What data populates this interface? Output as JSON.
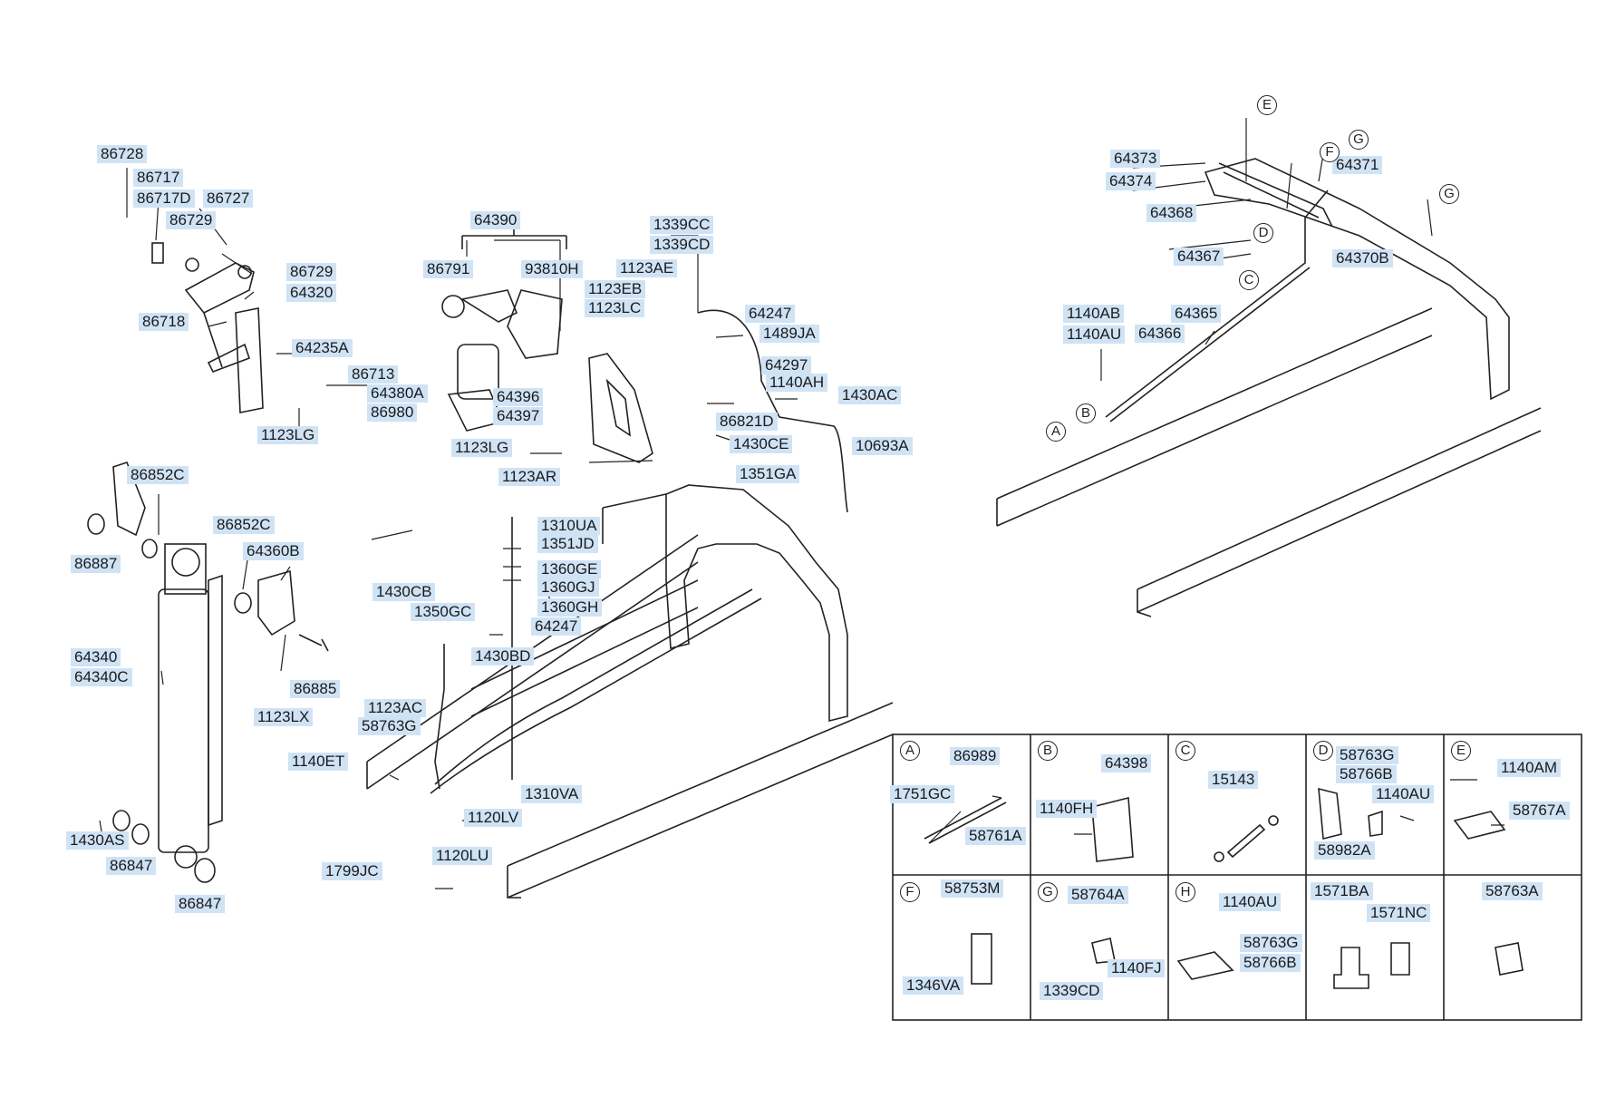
{
  "labels": [
    {
      "name": "86728",
      "text": "86728"
    },
    {
      "name": "86717",
      "text": "86717"
    },
    {
      "name": "86717D",
      "text": "86717D"
    },
    {
      "name": "86727",
      "text": "86727"
    },
    {
      "name": "86729-a",
      "text": "86729"
    },
    {
      "name": "86729-b",
      "text": "86729"
    },
    {
      "name": "64320",
      "text": "64320"
    },
    {
      "name": "86718",
      "text": "86718"
    },
    {
      "name": "64235A",
      "text": "64235A"
    },
    {
      "name": "86713",
      "text": "86713"
    },
    {
      "name": "1123LG-a",
      "text": "1123LG"
    },
    {
      "name": "64390",
      "text": "64390"
    },
    {
      "name": "86791",
      "text": "86791"
    },
    {
      "name": "93810H",
      "text": "93810H"
    },
    {
      "name": "64380A",
      "text": "64380A"
    },
    {
      "name": "86980",
      "text": "86980"
    },
    {
      "name": "64396",
      "text": "64396"
    },
    {
      "name": "64397",
      "text": "64397"
    },
    {
      "name": "1123LG-b",
      "text": "1123LG"
    },
    {
      "name": "1123AR",
      "text": "1123AR"
    },
    {
      "name": "1123EB",
      "text": "1123EB"
    },
    {
      "name": "1123LC",
      "text": "1123LC"
    },
    {
      "name": "1123AE",
      "text": "1123AE"
    },
    {
      "name": "1339CC",
      "text": "1339CC"
    },
    {
      "name": "1339CD-a",
      "text": "1339CD"
    },
    {
      "name": "64247-a",
      "text": "64247"
    },
    {
      "name": "1489JA",
      "text": "1489JA"
    },
    {
      "name": "64297",
      "text": "64297"
    },
    {
      "name": "1140AH",
      "text": "1140AH"
    },
    {
      "name": "1430AC",
      "text": "1430AC"
    },
    {
      "name": "86821D",
      "text": "86821D"
    },
    {
      "name": "1430CE",
      "text": "1430CE"
    },
    {
      "name": "10693A",
      "text": "10693A"
    },
    {
      "name": "1351GA",
      "text": "1351GA"
    },
    {
      "name": "86852C-a",
      "text": "86852C"
    },
    {
      "name": "86887",
      "text": "86887"
    },
    {
      "name": "86852C-b",
      "text": "86852C"
    },
    {
      "name": "64360B",
      "text": "64360B"
    },
    {
      "name": "64340",
      "text": "64340"
    },
    {
      "name": "64340C",
      "text": "64340C"
    },
    {
      "name": "86885",
      "text": "86885"
    },
    {
      "name": "1123LX",
      "text": "1123LX"
    },
    {
      "name": "1430AS",
      "text": "1430AS"
    },
    {
      "name": "86847-a",
      "text": "86847"
    },
    {
      "name": "86847-b",
      "text": "86847"
    },
    {
      "name": "1310UA",
      "text": "1310UA"
    },
    {
      "name": "1351JD",
      "text": "1351JD"
    },
    {
      "name": "1360GE",
      "text": "1360GE"
    },
    {
      "name": "1360GJ",
      "text": "1360GJ"
    },
    {
      "name": "1360GH",
      "text": "1360GH"
    },
    {
      "name": "64247-b",
      "text": "64247"
    },
    {
      "name": "1430CB",
      "text": "1430CB"
    },
    {
      "name": "1350GC",
      "text": "1350GC"
    },
    {
      "name": "1430BD",
      "text": "1430BD"
    },
    {
      "name": "1123AC",
      "text": "1123AC"
    },
    {
      "name": "58763G-a",
      "text": "58763G"
    },
    {
      "name": "1140ET",
      "text": "1140ET"
    },
    {
      "name": "1310VA",
      "text": "1310VA"
    },
    {
      "name": "1120LV",
      "text": "1120LV"
    },
    {
      "name": "1120LU",
      "text": "1120LU"
    },
    {
      "name": "1799JC",
      "text": "1799JC"
    },
    {
      "name": "64373",
      "text": "64373"
    },
    {
      "name": "64374",
      "text": "64374"
    },
    {
      "name": "64371",
      "text": "64371"
    },
    {
      "name": "64368",
      "text": "64368"
    },
    {
      "name": "64367",
      "text": "64367"
    },
    {
      "name": "64370B",
      "text": "64370B"
    },
    {
      "name": "1140AB",
      "text": "1140AB"
    },
    {
      "name": "1140AU-a",
      "text": "1140AU"
    },
    {
      "name": "64365",
      "text": "64365"
    },
    {
      "name": "64366",
      "text": "64366"
    },
    {
      "name": "86989",
      "text": "86989"
    },
    {
      "name": "1751GC",
      "text": "1751GC"
    },
    {
      "name": "58761A",
      "text": "58761A"
    },
    {
      "name": "64398",
      "text": "64398"
    },
    {
      "name": "1140FH",
      "text": "1140FH"
    },
    {
      "name": "15143",
      "text": "15143"
    },
    {
      "name": "58763G-b",
      "text": "58763G"
    },
    {
      "name": "58766B-a",
      "text": "58766B"
    },
    {
      "name": "1140AU-b",
      "text": "1140AU"
    },
    {
      "name": "58982A",
      "text": "58982A"
    },
    {
      "name": "1140AM",
      "text": "1140AM"
    },
    {
      "name": "58767A",
      "text": "58767A"
    },
    {
      "name": "58753M",
      "text": "58753M"
    },
    {
      "name": "1346VA",
      "text": "1346VA"
    },
    {
      "name": "58764A",
      "text": "58764A"
    },
    {
      "name": "1140FJ",
      "text": "1140FJ"
    },
    {
      "name": "1339CD-b",
      "text": "1339CD"
    },
    {
      "name": "1140AU-c",
      "text": "1140AU"
    },
    {
      "name": "58763G-c",
      "text": "58763G"
    },
    {
      "name": "58766B-b",
      "text": "58766B"
    },
    {
      "name": "1571BA",
      "text": "1571BA"
    },
    {
      "name": "1571NC",
      "text": "1571NC"
    },
    {
      "name": "58763A",
      "text": "58763A"
    }
  ],
  "detail_letters": [
    "A",
    "B",
    "C",
    "D",
    "E",
    "F",
    "G",
    "H"
  ],
  "callout_letters": [
    "E",
    "F",
    "G",
    "G",
    "D",
    "C",
    "A",
    "B"
  ],
  "colors": {
    "label_bg": "#cfe3f5",
    "line": "#222222"
  }
}
